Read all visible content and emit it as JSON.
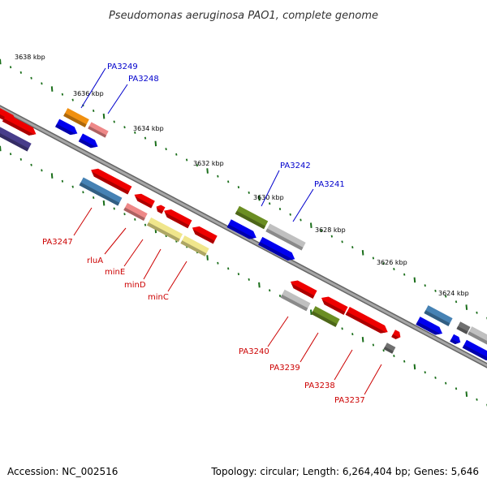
{
  "title": "Pseudomonas aeruginosa PAO1, complete genome",
  "scale_labels": [
    "3638 kbp",
    "3636 kbp",
    "3634 kbp",
    "3632 kbp",
    "3630 kbp",
    "3628 kbp",
    "3626 kbp",
    "3624 kbp"
  ],
  "gene_labels": {
    "blue": [
      "PA3249",
      "PA3248",
      "PA3242",
      "PA3241"
    ],
    "red": [
      "PA3247",
      "rluA",
      "minE",
      "minD",
      "minC",
      "PA3240",
      "PA3239",
      "PA3238",
      "PA3237"
    ]
  },
  "colors": {
    "label_blue": "#0000cc",
    "label_red": "#cc0000",
    "tick_green": "#1a6e1a",
    "backbone": "#888888",
    "forward_gene": "#0000ee",
    "reverse_gene": "#ee0000",
    "orange_gene": "#f09010",
    "pink_gene": "#ee8888",
    "steel_gene": "#4682b4",
    "khaki_gene": "#f0e68c",
    "olive_gene": "#6b8e23",
    "silver_gene": "#c0c0c0",
    "darkgray_gene": "#707070",
    "slate_gene": "#483d8b"
  },
  "footer": {
    "accession": "Accession: NC_002516",
    "topology": "Topology: circular; Length: 6,264,404 bp; Genes: 5,646"
  }
}
